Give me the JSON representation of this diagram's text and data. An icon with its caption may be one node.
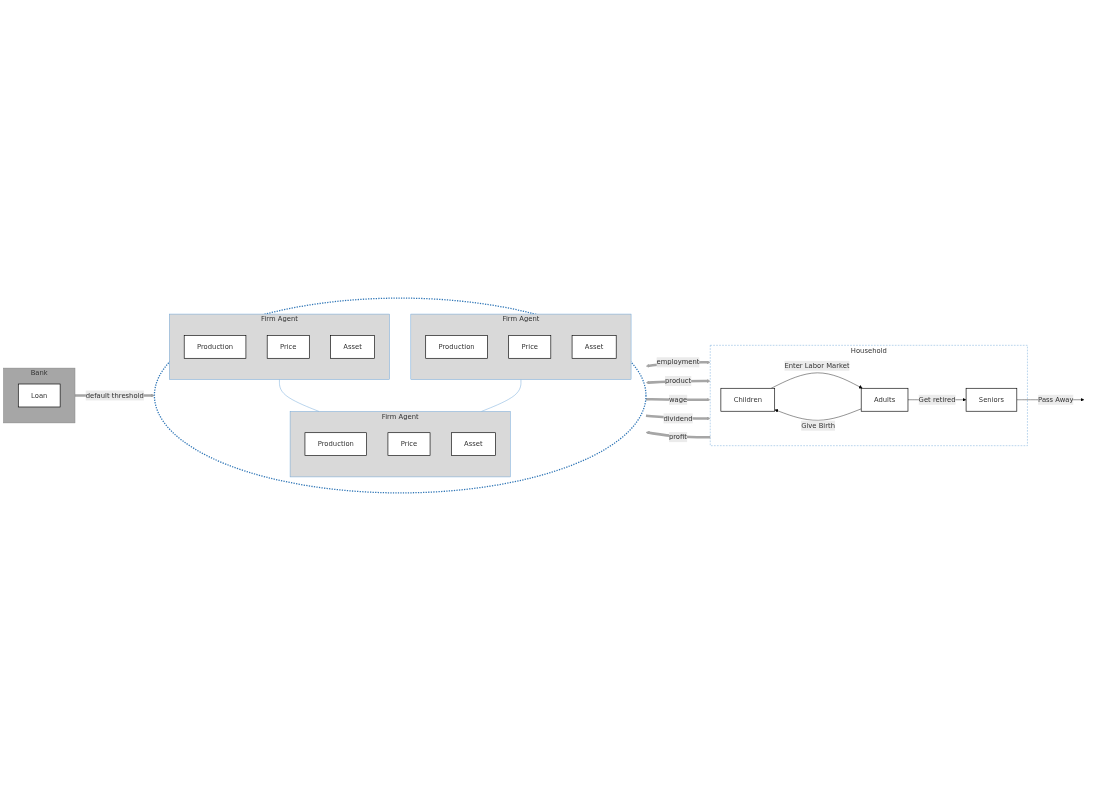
{
  "diagram": {
    "nodes": [
      {
        "text": [],
        "shape": "circle"
      },
      {
        "text": [
          "Firm Agent"
        ],
        "in": 0
      },
      {
        "text": [
          "Production"
        ],
        "in": 1
      },
      {
        "text": [
          "Price"
        ],
        "in": 1
      },
      {
        "text": [
          "Asset"
        ],
        "in": 1
      },
      {
        "text": [
          "Firm Agent"
        ],
        "in": 0
      },
      {
        "text": [
          "Production"
        ],
        "in": 5
      },
      {
        "text": [
          "Price"
        ],
        "in": 5
      },
      {
        "text": [
          "Asset"
        ],
        "in": 5
      },
      {
        "text": [
          "Firm Agent"
        ],
        "in": 0
      },
      {
        "text": [
          "Production"
        ],
        "in": 9
      },
      {
        "text": [
          "Price"
        ],
        "in": 9
      },
      {
        "text": [
          "Asset"
        ],
        "in": 9
      },
      {
        "text": [
          "Household"
        ]
      },
      {
        "text": [
          "Children"
        ],
        "in": 13
      },
      {
        "text": [
          "Adults"
        ],
        "in": 13
      },
      {
        "text": [
          "Seniors"
        ],
        "in": 13
      },
      {
        "text": [
          "Bank"
        ]
      },
      {
        "text": [
          "Loan"
        ],
        "in": 17
      }
    ],
    "edges": [
      {
        "from": 1,
        "to": 9,
        "arrow": "none",
        "color": "#5b9bd5"
      },
      {
        "from": 5,
        "to": 9,
        "arrow": "none",
        "color": "#5b9bd5"
      },
      {
        "from": 0,
        "to": 13,
        "arrow": "both",
        "label": "employment",
        "style": "thick",
        "color": "#a6a6a6"
      },
      {
        "from": 0,
        "to": 13,
        "arrow": "both",
        "label": "product",
        "style": "thick",
        "color": "#a6a6a6"
      },
      {
        "from": 0,
        "to": 13,
        "arrow": "to",
        "label": "wage",
        "style": "thick",
        "color": "#a6a6a6"
      },
      {
        "from": 13,
        "to": 0,
        "arrow": "to",
        "label": "profit",
        "style": "thick",
        "color": "#a6a6a6"
      },
      {
        "from": 0,
        "to": 13,
        "arrow": "to",
        "label": "dividend",
        "style": "thick",
        "color": "#a6a6a6"
      },
      {
        "from": 17,
        "to": 0,
        "arrow": "to",
        "label": "default threshold",
        "style": "thick",
        "color": "#a6a6a6"
      },
      {
        "from": 14,
        "to": 15,
        "arrow": "to",
        "label": "Enter Labor Market",
        "color": "#000000"
      },
      {
        "from": 15,
        "to": 14,
        "arrow": "to",
        "label": "Give Birth",
        "color": "#000000"
      },
      {
        "from": 15,
        "to": 16,
        "arrow": "to",
        "label": "Get retired",
        "color": "#000000"
      },
      {
        "from": 16,
        "to": null,
        "arrow": "to",
        "label": "Pass Away",
        "color": "#000000"
      }
    ]
  }
}
